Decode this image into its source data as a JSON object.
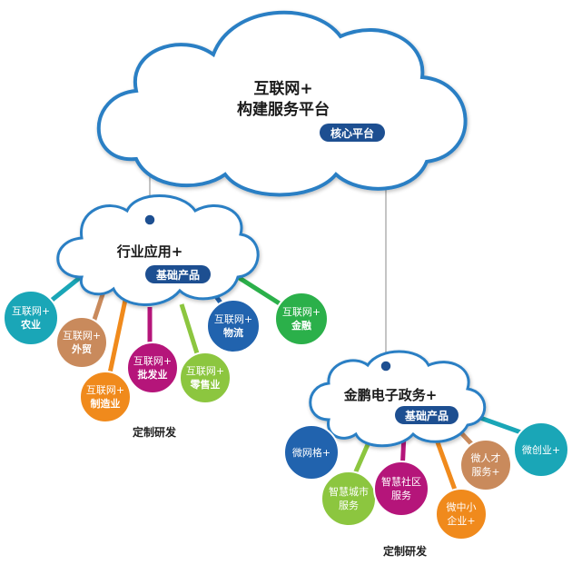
{
  "main_cloud": {
    "line1": "互联网+",
    "line2": "构建服务平台",
    "badge": "核心平台"
  },
  "left_cloud": {
    "line1": "行业应用+",
    "badge": "基础产品",
    "nodes": [
      {
        "l1": "互联网+",
        "l2": "农业",
        "color": "#1aa6b7"
      },
      {
        "l1": "互联网+",
        "l2": "外贸",
        "color": "#c98a5c"
      },
      {
        "l1": "互联网+",
        "l2": "制造业",
        "color": "#f08a1c"
      },
      {
        "l1": "互联网+",
        "l2": "批发业",
        "color": "#b5157a"
      },
      {
        "l1": "互联网+",
        "l2": "零售业",
        "color": "#8cc63f"
      },
      {
        "l1": "互联网+",
        "l2": "物流",
        "color": "#2163ae"
      },
      {
        "l1": "互联网+",
        "l2": "金融",
        "color": "#2bb04a"
      }
    ],
    "caption": "定制研发"
  },
  "right_cloud": {
    "line1": "金鹏电子政务+",
    "badge": "基础产品",
    "nodes": [
      {
        "l1": "微网格+",
        "l2": "",
        "color": "#2163ae"
      },
      {
        "l1": "智慧城市",
        "l2": "服务",
        "color": "#8cc63f"
      },
      {
        "l1": "智慧社区",
        "l2": "服务",
        "color": "#b5157a"
      },
      {
        "l1": "微中小",
        "l2": "企业+",
        "color": "#f08a1c"
      },
      {
        "l1": "微人才",
        "l2": "服务+",
        "color": "#c98a5c"
      },
      {
        "l1": "微创业+",
        "l2": "",
        "color": "#1aa6b7"
      }
    ],
    "caption": "定制研发"
  },
  "colors": {
    "cloud_stroke": "#2b7fc4",
    "badge_fill": "#1d4f91",
    "connector": "#b0b0b0"
  }
}
